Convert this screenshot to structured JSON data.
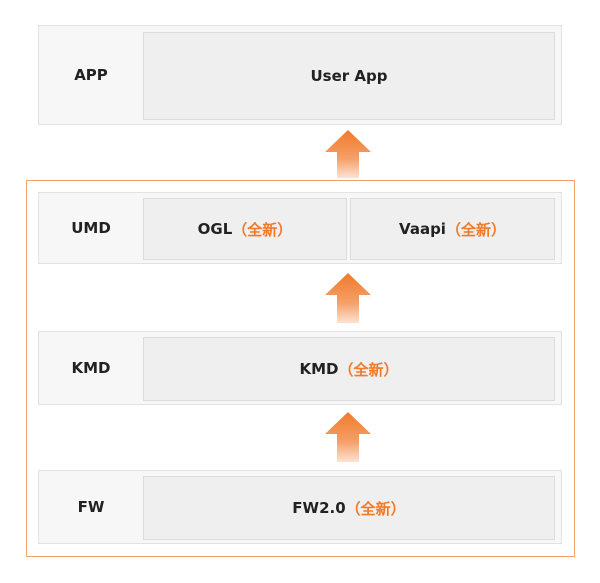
{
  "layers": {
    "app": {
      "label": "APP",
      "cells": [
        {
          "text": "User App",
          "tag": ""
        }
      ]
    },
    "umd": {
      "label": "UMD",
      "cells": [
        {
          "text": "OGL",
          "tag": "（全新）"
        },
        {
          "text": "Vaapi",
          "tag": "（全新）"
        }
      ]
    },
    "kmd": {
      "label": "KMD",
      "cells": [
        {
          "text": "KMD",
          "tag": "（全新）"
        }
      ]
    },
    "fw": {
      "label": "FW",
      "cells": [
        {
          "text": "FW2.0",
          "tag": "（全新）"
        }
      ]
    }
  },
  "colors": {
    "accent": "#f07a2a",
    "frame": "#f0a36f",
    "layer_bg": "#f7f7f7",
    "cell_bg": "#efefef"
  },
  "icons": {
    "arrow": "up-arrow-icon"
  }
}
